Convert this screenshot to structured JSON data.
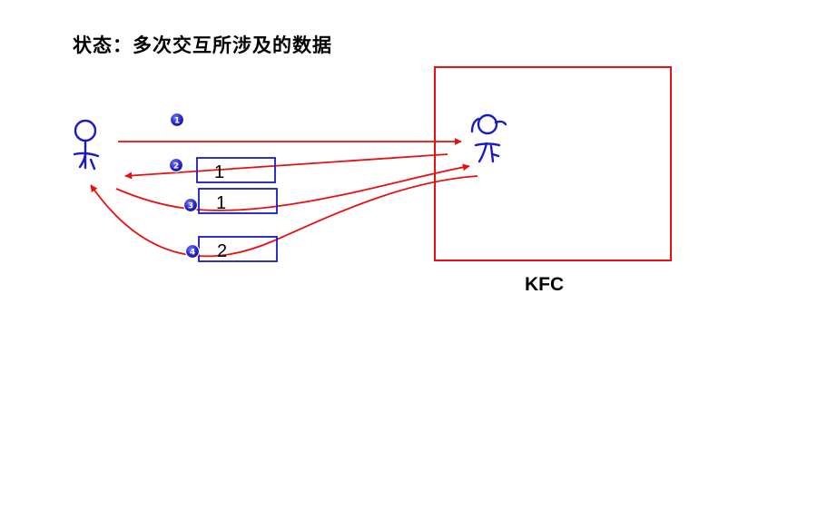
{
  "title": "状态：多次交互所涉及的数据",
  "server_label": "KFC",
  "colors": {
    "arrow": "#e81010",
    "server_box": "#e81010",
    "data_box": "#1a1ac8",
    "person": "#1a1ac8",
    "step_badge": "#2020c0"
  },
  "steps": [
    "1",
    "2",
    "3",
    "4"
  ],
  "data_boxes": [
    {
      "value": "1"
    },
    {
      "value": "1"
    },
    {
      "value": "2"
    }
  ],
  "icons": [
    "client-person-icon",
    "server-person-icon"
  ]
}
